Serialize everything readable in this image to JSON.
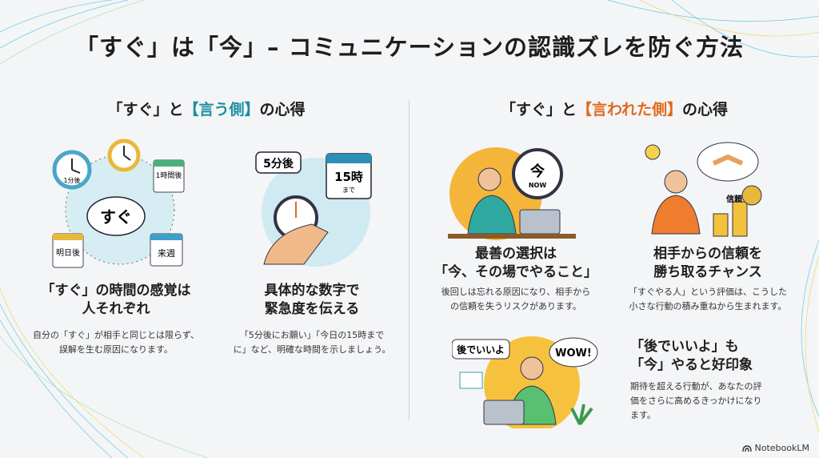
{
  "title": "「すぐ」は「今」– コミュニケーションの認識ズレを防ぐ方法",
  "left_section": {
    "prefix": "「すぐ」と",
    "highlight": "【言う側】",
    "suffix": "の心得",
    "highlight_color": "#1b8fa0",
    "cards": [
      {
        "title1": "「すぐ」の時間の感覚は",
        "title2": "人それぞれ",
        "desc1": "自分の「すぐ」が相手と同じとは限らず、",
        "desc2": "誤解を生む原因になります。",
        "labels": {
          "clock": "1分後",
          "cal1": "1時間後",
          "cal2": "明日後",
          "cal3": "来週",
          "cloud": "すぐ"
        }
      },
      {
        "title1": "具体的な数字で",
        "title2": "緊急度を伝える",
        "desc1": "「5分後にお願い」「今日の15時まで",
        "desc2": "に」など、明確な時間を示しましょう。",
        "labels": {
          "bubble": "5分後",
          "cal_time": "15時",
          "cal_sub": "まで"
        }
      }
    ]
  },
  "right_section": {
    "prefix": "「すぐ」と",
    "highlight": "【言われた側】",
    "suffix": "の心得",
    "highlight_color": "#e06a1c",
    "cards": [
      {
        "title1": "最善の選択は",
        "title2": "「今、その場でやること」",
        "desc1": "後回しは忘れる原因になり、相手から",
        "desc2": "の信頼を失うリスクがあります。",
        "labels": {
          "now_kanji": "今",
          "now_en": "NOW"
        }
      },
      {
        "title1": "相手からの信頼を",
        "title2": "勝ち取るチャンス",
        "desc1": "「すぐやる人」という評価は、こうした",
        "desc2": "小さな行動の積み重ねから生まれます。",
        "labels": {
          "trust": "信頼"
        }
      },
      {
        "title1": "「後でいいよ」も",
        "title2": "「今」やると好印象",
        "desc1": "期待を超える行動が、あなたの評",
        "desc2": "価をさらに高めるきっかけになり",
        "desc3": "ます。",
        "labels": {
          "bubble": "後でいいよ",
          "wow": "WOW!"
        }
      }
    ]
  },
  "brand": "NotebookLM"
}
